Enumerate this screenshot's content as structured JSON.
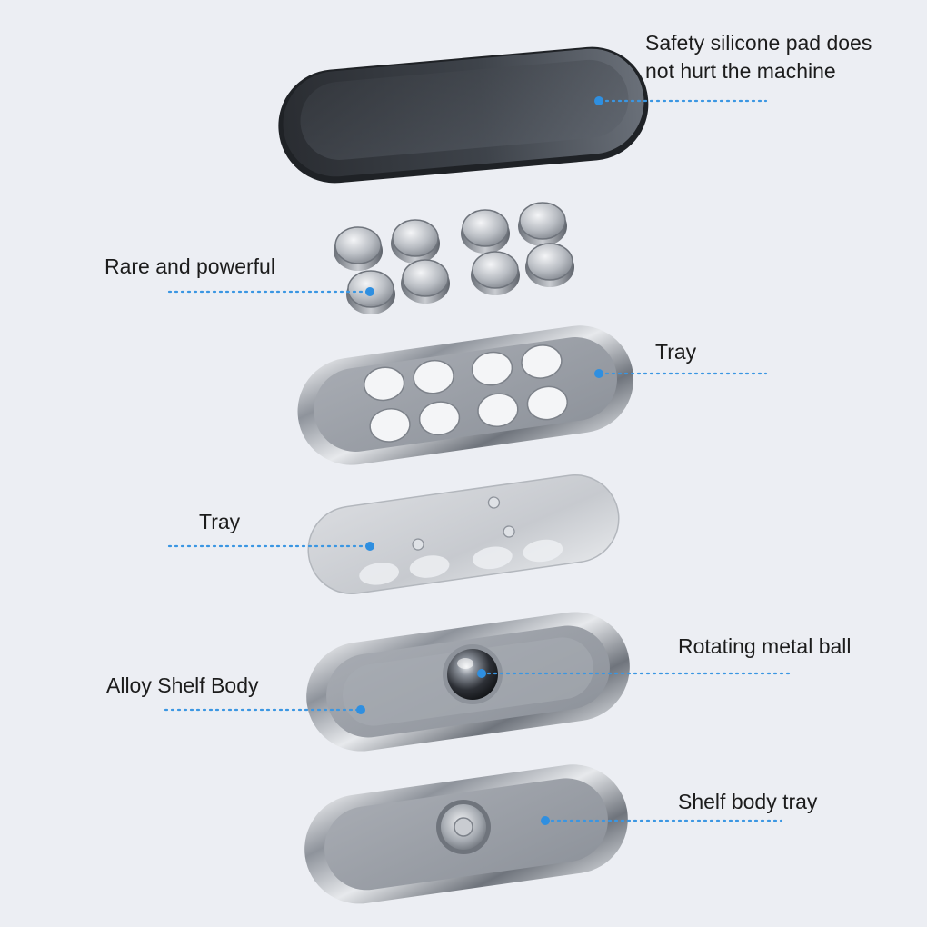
{
  "callouts": {
    "silicone_pad": {
      "line1": "Safety silicone pad does",
      "line2": "not hurt the machine"
    },
    "magnets": "Rare and powerful",
    "tray_upper": "Tray",
    "tray_lower": "Tray",
    "metal_ball": "Rotating metal ball",
    "alloy_body": "Alloy Shelf Body",
    "body_tray": "Shelf body tray"
  },
  "colors": {
    "background": "#eceef3",
    "callout_dot": "#2f8fe0",
    "callout_line": "#3a96e2",
    "label_text": "#1c1c1c"
  }
}
